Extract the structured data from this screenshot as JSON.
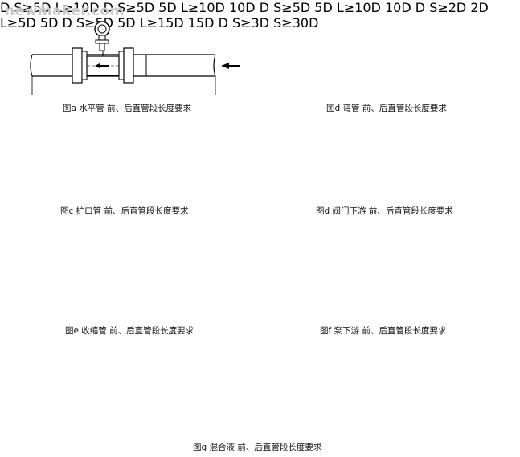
{
  "watermark": "newmaker.com",
  "figures": {
    "a": {
      "caption": "图a 水平管  前、后直管段长度要求"
    },
    "d": {
      "caption": "图d 弯管  前、后直管段长度要求",
      "upstream": "S≥5D",
      "downstream": "L≥10D",
      "dia": "D"
    },
    "c": {
      "caption": "图c 扩口管  前、后直管段长度要求",
      "upstream": "S≥5D",
      "upstream_sub": "5D",
      "downstream": "L≥10D",
      "downstream_sub": "10D",
      "dia": "D"
    },
    "dv": {
      "caption": "图d 阀门下游  前、后直管段长度要求",
      "upstream": "S≥5D",
      "upstream_sub": "5D",
      "downstream": "L≥10D",
      "downstream_sub": "10D",
      "dia": "D"
    },
    "e": {
      "caption": "图e 收缩管  前、后直管段长度要求",
      "upstream": "S≥2D",
      "upstream_sub": "2D",
      "downstream": "L≥5D",
      "downstream_sub": "5D",
      "dia": "D"
    },
    "f": {
      "caption": "图f 泵下游  前、后直管段长度要求",
      "upstream": "S≥5D",
      "upstream_sub": "5D",
      "downstream": "L≥15D",
      "downstream_sub": "15D",
      "dia": "D"
    },
    "g": {
      "caption": "图g 混合液  前、后直管段长度要求",
      "upstream": "S≥3D",
      "downstream": "S≥30D",
      "dia": "D"
    }
  }
}
